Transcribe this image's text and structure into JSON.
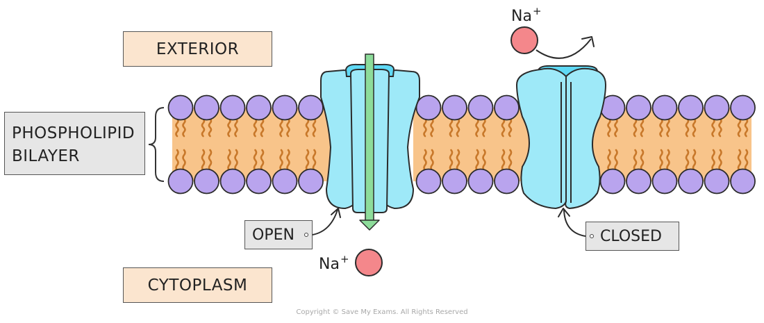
{
  "labels": {
    "exterior": "EXTERIOR",
    "cytoplasm": "CYTOPLASM",
    "bilayer_line1": "PHOSPHOLIPID",
    "bilayer_line2": "BILAYER",
    "open": "OPEN",
    "closed": "CLOSED"
  },
  "ions": {
    "top": {
      "symbol": "Na",
      "charge": "+"
    },
    "bottom": {
      "symbol": "Na",
      "charge": "+"
    }
  },
  "copyright": "Copyright © Save My Exams. All Rights Reserved",
  "colors": {
    "membrane": "#f8c48a",
    "phospholipid_head": "#b9a4ee",
    "lipid_tail": "#c8782a",
    "channel": "#9ee9f8",
    "channel_top": "#5fd9f5",
    "sodium_ion": "#f4878b",
    "flow_arrow": "#8ddc9a",
    "label_exterior_bg": "#fbe5cf",
    "label_grey_bg": "#e6e6e6"
  }
}
